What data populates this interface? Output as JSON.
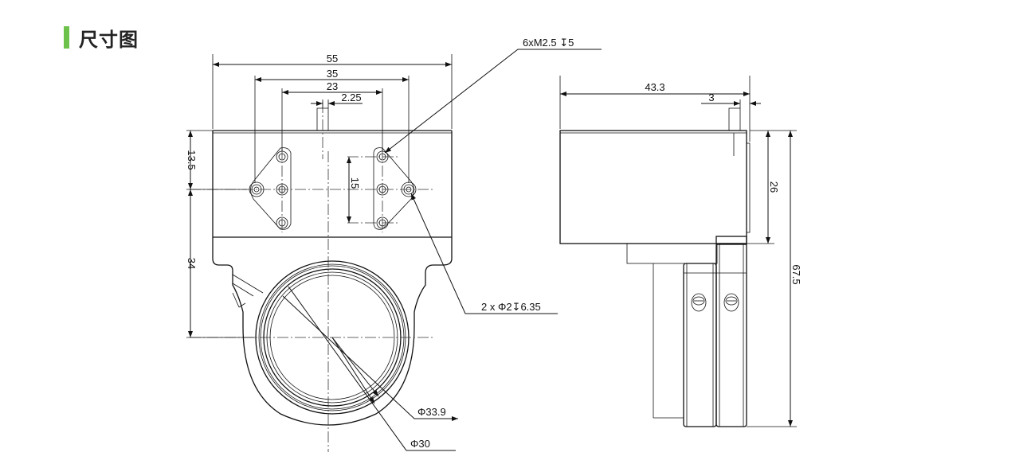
{
  "title": "尺寸图",
  "colors": {
    "accent": "#6cc24a",
    "line": "#111111"
  },
  "front_view": {
    "dim_width_total": "55",
    "dim_width_holes_outer": "35",
    "dim_width_holes_inner": "23",
    "dim_pin_offset": "2.25",
    "dim_top_height": "13.5",
    "dim_hole_spacing": "15",
    "dim_lower_height": "34",
    "callout_threaded_holes": "6xM2.5 ↧5",
    "callout_pin_holes": "2 x  Φ2↧6.35",
    "callout_outer_dia": "Φ33.9",
    "callout_inner_dia": "Φ30"
  },
  "side_view": {
    "dim_depth": "43.3",
    "dim_pin_offset": "3",
    "dim_body_height": "26",
    "dim_total_height": "67.5"
  }
}
